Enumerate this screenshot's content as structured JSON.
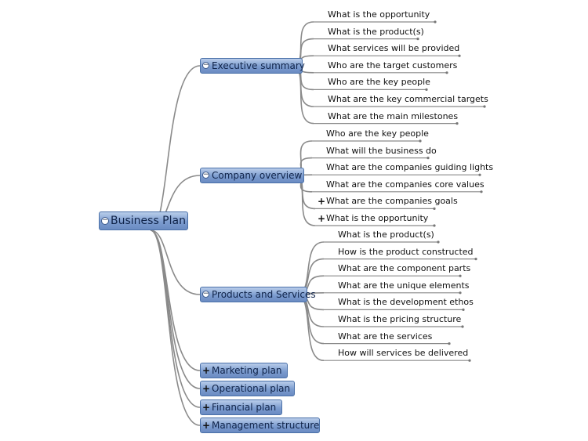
{
  "root": {
    "label": "Business Plan",
    "toggle": "−"
  },
  "branches": [
    {
      "label": "Executive summary",
      "toggle": "−",
      "topics": [
        {
          "label": "What is the opportunity"
        },
        {
          "label": "What is the product(s)"
        },
        {
          "label": "What services will be provided"
        },
        {
          "label": "Who are the target customers"
        },
        {
          "label": "Who are the key people"
        },
        {
          "label": "What are the key commercial targets"
        },
        {
          "label": "What are the main milestones"
        }
      ]
    },
    {
      "label": "Company overview",
      "toggle": "−",
      "topics": [
        {
          "label": "Who are the key people",
          "collapsed": false
        },
        {
          "label": "What will the business do",
          "collapsed": false
        },
        {
          "label": "What are the companies guiding lights",
          "collapsed": false
        },
        {
          "label": "What are the companies core values",
          "collapsed": false
        },
        {
          "label": "What are the companies goals",
          "collapsed": true,
          "marker": "+"
        },
        {
          "label": "What is the opportunity",
          "collapsed": true,
          "marker": "+"
        }
      ]
    },
    {
      "label": "Products and Services",
      "toggle": "−",
      "topics": [
        {
          "label": "What is the product(s)"
        },
        {
          "label": "How is the product constructed"
        },
        {
          "label": "What are the component parts"
        },
        {
          "label": "What are the unique elements"
        },
        {
          "label": "What is the development ethos"
        },
        {
          "label": "What is the pricing structure"
        },
        {
          "label": "What are the services"
        },
        {
          "label": "How will services be delivered"
        }
      ]
    },
    {
      "label": "Marketing plan",
      "toggle": "+",
      "topics": []
    },
    {
      "label": "Operational plan",
      "toggle": "+",
      "topics": []
    },
    {
      "label": "Financial plan",
      "toggle": "+",
      "topics": []
    },
    {
      "label": "Management structure",
      "toggle": "+",
      "topics": []
    }
  ],
  "colors": {
    "line": "#8a8a8a",
    "node_border": "#4a70a8",
    "node_fill_top": "#b9cdea",
    "node_fill_bottom": "#6a8bc2"
  }
}
